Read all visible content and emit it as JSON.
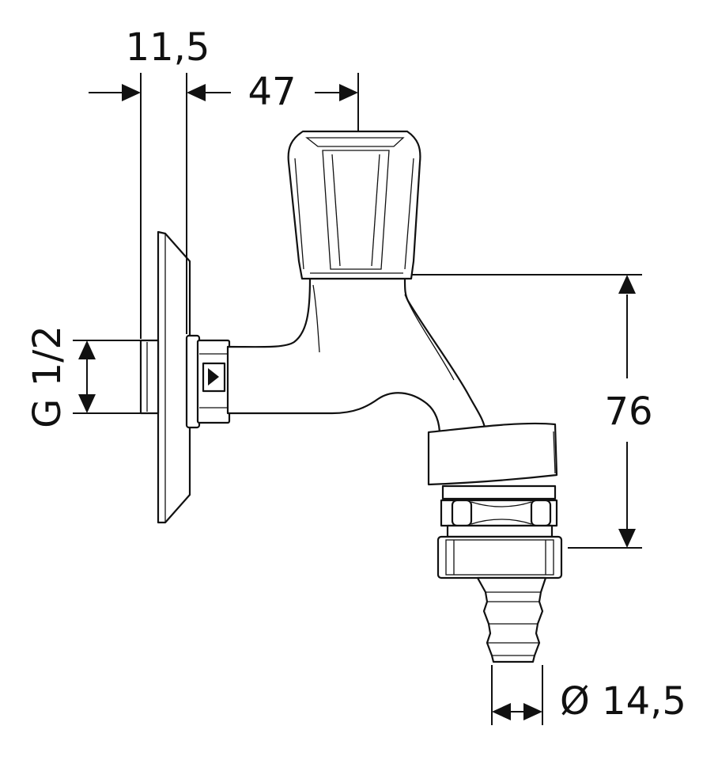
{
  "dimensions": {
    "wall_offset": "11,5",
    "spindle_offset": "47",
    "thread": "G 1/2",
    "height": "76",
    "hose_diameter": "Ø 14,5"
  },
  "colors": {
    "line": "#111111",
    "background": "#ffffff"
  }
}
